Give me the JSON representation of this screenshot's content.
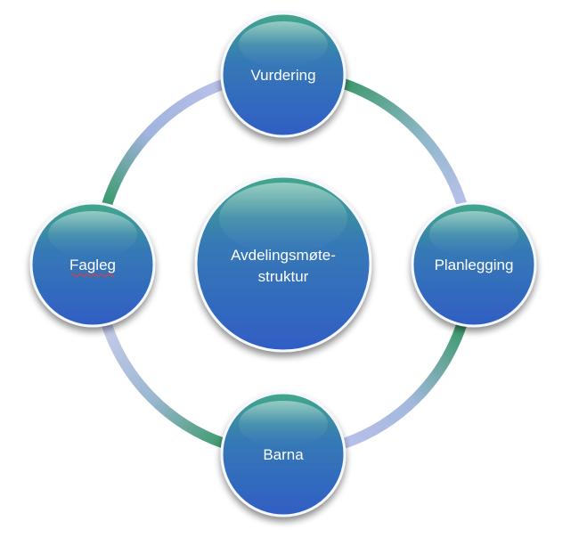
{
  "diagram": {
    "center": {
      "line1": "Avdelingsmøte-",
      "line2": "struktur"
    },
    "nodes": {
      "top": "Vurdering",
      "right": "Planlegging",
      "bottom": "Barna",
      "left": "Fagleg"
    }
  },
  "colors": {
    "node_dark": "#2f5fbf",
    "node_teal": "#3a9a86",
    "ring_green": "#3d9a6e",
    "ring_lavender": "#b3bce6",
    "spellcheck_underline": "#e23b3b"
  }
}
